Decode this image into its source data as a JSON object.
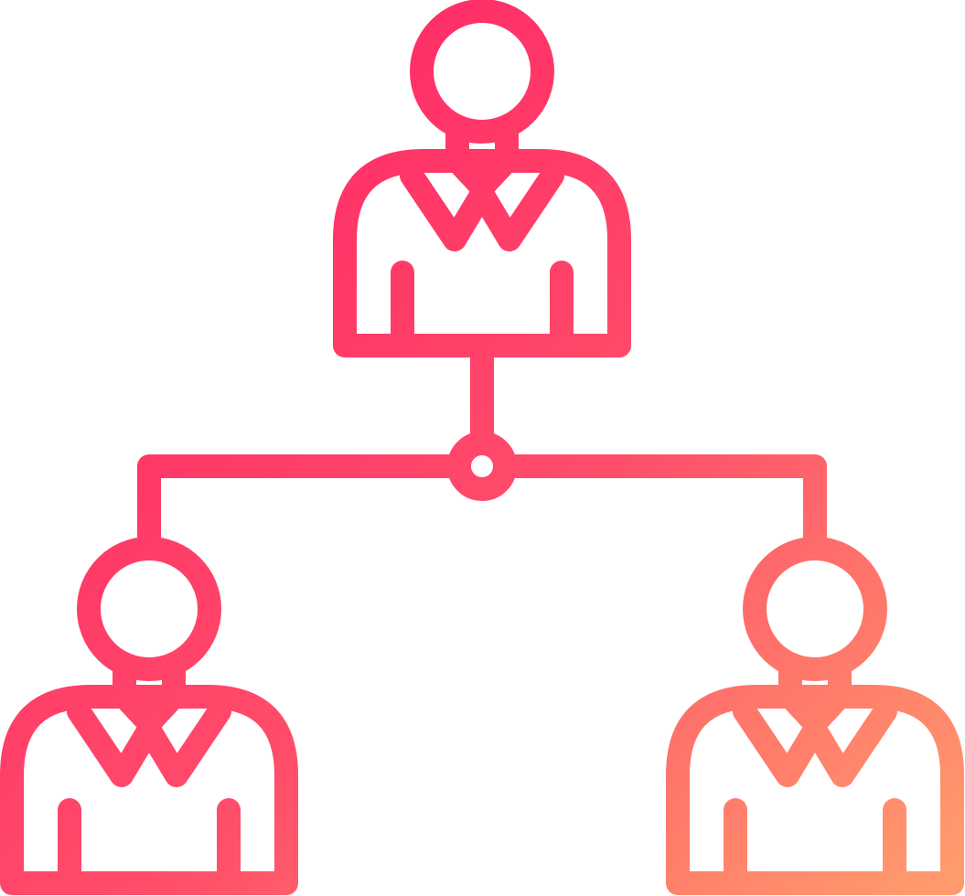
{
  "icon": {
    "name": "organization-hierarchy-icon",
    "style": "line",
    "gradient": {
      "start_color": "#ff2266",
      "end_color": "#ff9a6c"
    },
    "persons": [
      "top",
      "bottom-left",
      "bottom-right"
    ]
  }
}
